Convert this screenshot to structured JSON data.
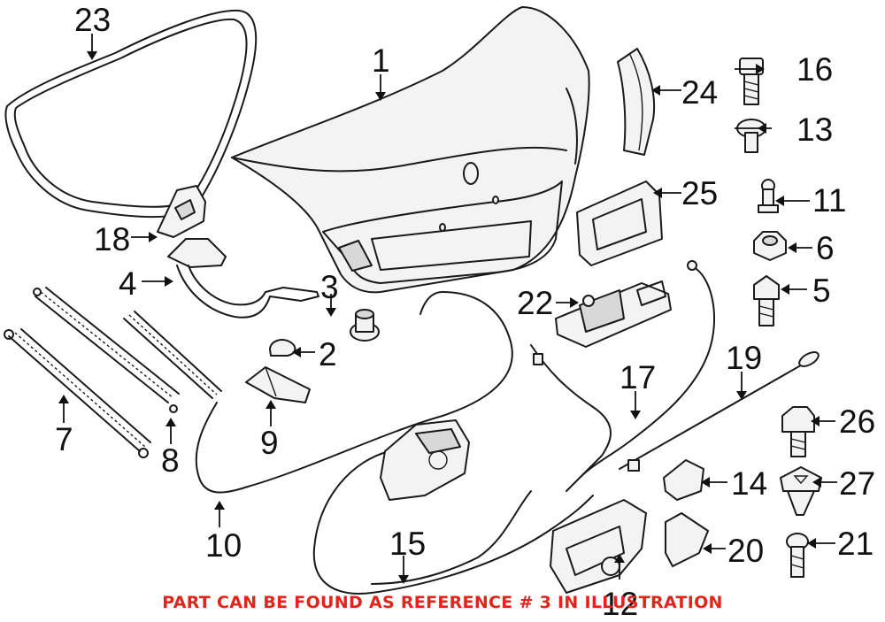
{
  "callouts": [
    {
      "id": "1",
      "text": "1"
    },
    {
      "id": "2",
      "text": "2"
    },
    {
      "id": "3",
      "text": "3"
    },
    {
      "id": "4",
      "text": "4"
    },
    {
      "id": "5",
      "text": "5"
    },
    {
      "id": "6",
      "text": "6"
    },
    {
      "id": "7",
      "text": "7"
    },
    {
      "id": "8",
      "text": "8"
    },
    {
      "id": "9",
      "text": "9"
    },
    {
      "id": "10",
      "text": "10"
    },
    {
      "id": "11",
      "text": "11"
    },
    {
      "id": "12",
      "text": "12"
    },
    {
      "id": "13",
      "text": "13"
    },
    {
      "id": "14",
      "text": "14"
    },
    {
      "id": "15",
      "text": "15"
    },
    {
      "id": "16",
      "text": "16"
    },
    {
      "id": "17",
      "text": "17"
    },
    {
      "id": "18",
      "text": "18"
    },
    {
      "id": "19",
      "text": "19"
    },
    {
      "id": "20",
      "text": "20"
    },
    {
      "id": "21",
      "text": "21"
    },
    {
      "id": "22",
      "text": "22"
    },
    {
      "id": "23",
      "text": "23"
    },
    {
      "id": "24",
      "text": "24"
    },
    {
      "id": "25",
      "text": "25"
    },
    {
      "id": "26",
      "text": "26"
    },
    {
      "id": "27",
      "text": "27"
    }
  ],
  "footer_note": "PART CAN BE FOUND AS REFERENCE # 3 IN ILLUSTRATION",
  "colors": {
    "note": "#e4231b",
    "line": "#1a1a1a"
  }
}
